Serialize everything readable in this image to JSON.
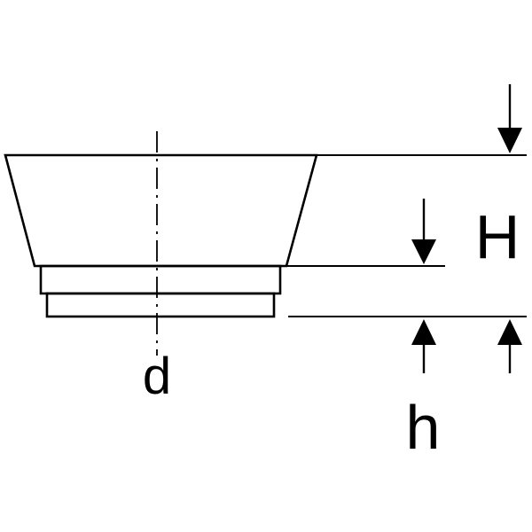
{
  "diagram": {
    "kind": "technical-dimension-drawing",
    "labels": {
      "diameter": "d",
      "overall_height": "H",
      "base_height": "h"
    },
    "colors": {
      "line": "#000000",
      "background": "#ffffff"
    }
  }
}
